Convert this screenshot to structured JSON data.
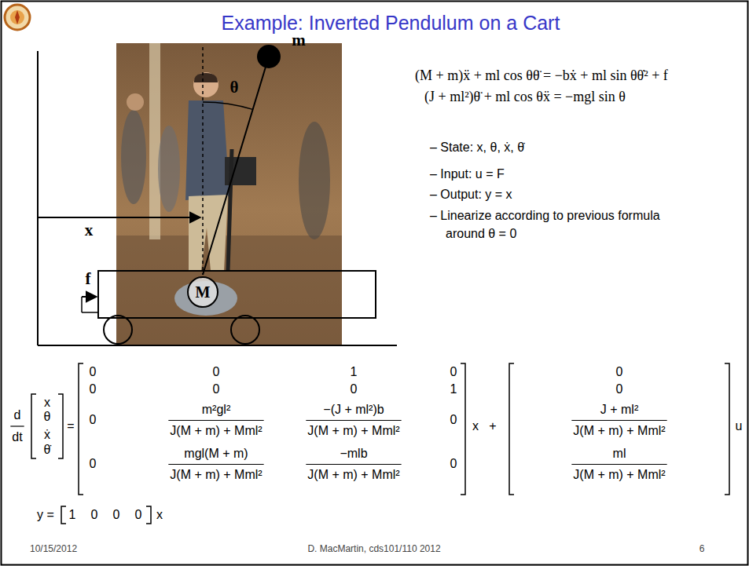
{
  "diagram": {
    "title": "Example: Inverted Pendulum on a Cart",
    "nodes": [
      {
        "text": [
          "M"
        ]
      }
    ],
    "labels": [
      "m",
      "θ",
      "x",
      "f",
      "(M + m)ẍ + ml cos θθ̈ = −bẋ + ml sin θθ̇² + f",
      "(J + ml²)θ̈ + ml cos θẍ = −mgl sin θ",
      "– State: x, θ, ẋ, θ̇",
      "– Input: u = F",
      "– Output: y = x",
      "– Linearize according to previous formula around θ = 0",
      "d",
      "dt",
      "x",
      "θ",
      "ẋ",
      "θ̇",
      "=",
      "0",
      "0",
      "1",
      "0",
      "0",
      "0",
      "0",
      "1",
      "0",
      "m²gl²",
      "J(M + m) + Mml²",
      "−(J + ml²)b",
      "J(M + m) + Mml²",
      "0",
      "0",
      "mgl(M + m)",
      "J(M + m) + Mml²",
      "−mlb",
      "J(M + m) + Mml²",
      "0",
      "x",
      "+",
      "0",
      "0",
      "J + ml²",
      "J(M + m) + Mml²",
      "ml",
      "J(M + m) + Mml²",
      "u",
      "y =",
      "1",
      "0",
      "0",
      "0",
      "x",
      "10/15/2012",
      "D. MacMartin, cds101/110 2012",
      "6"
    ]
  }
}
